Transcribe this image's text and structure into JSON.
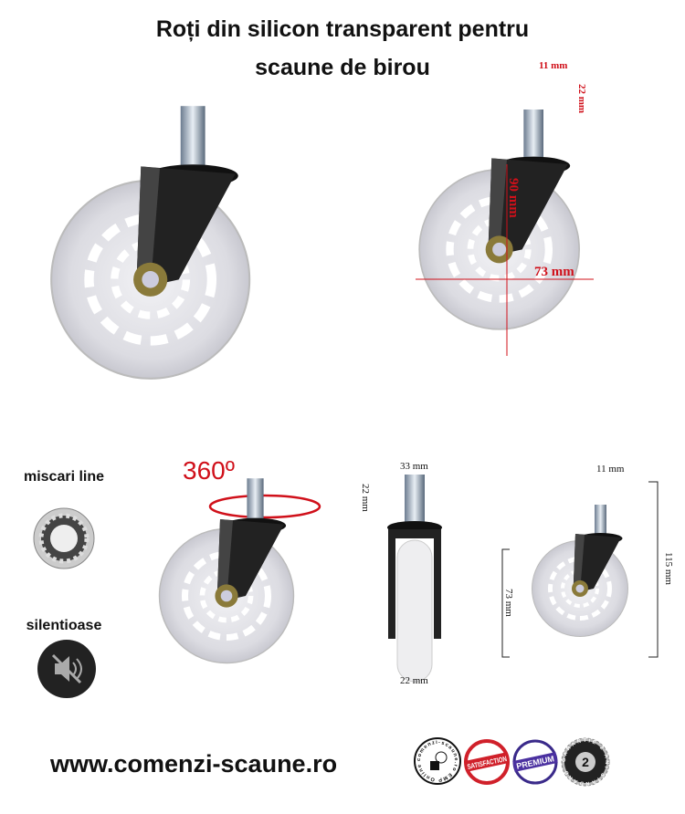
{
  "title": {
    "line1": "Roți din silicon transparent pentru",
    "line2": "scaune de birou"
  },
  "top_right_dims": {
    "stem_width": "11 mm",
    "stem_height": "22 mm",
    "height": "90 mm",
    "diameter": "73 mm"
  },
  "rotation": {
    "label": "360º"
  },
  "features": [
    {
      "label": "miscari line",
      "icon": "bearing-icon"
    },
    {
      "label": "silentioase",
      "icon": "mute-speaker-icon"
    }
  ],
  "front_view_dims": {
    "width": "33 mm",
    "stem_height": "22 mm",
    "wheel_width": "22 mm"
  },
  "side_view_dims": {
    "stem_width": "11 mm",
    "wheel_height": "73 mm",
    "total_height": "115 mm"
  },
  "footer": {
    "url": "www.comenzi-scaune.ro",
    "badges": [
      {
        "label": "comenzi-scaune.ro EMP Online"
      },
      {
        "label": "SATISFACTION"
      },
      {
        "label": "PREMIUM"
      },
      {
        "label": "GARANTIE 2 ANI STANDARD"
      }
    ]
  },
  "colors": {
    "dim_red": "#d0101a",
    "bracket": "#1a1a1a",
    "wheel": "#e6e6ea"
  }
}
